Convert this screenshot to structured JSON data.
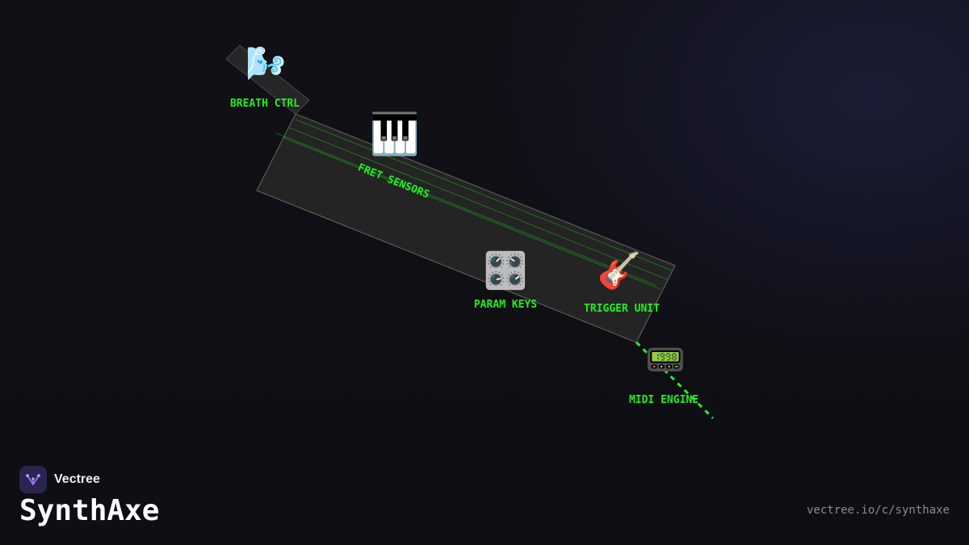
{
  "colors": {
    "accent_green": "#22ee22",
    "panel_fill": "#262626",
    "panel_stroke": "#5a5a5a",
    "logo_bg": "#2a2450",
    "logo_mark": "#a070ff"
  },
  "nodes": {
    "breath_ctrl": {
      "label": "BREATH CTRL",
      "icon": "wind-blowing-face-icon",
      "glyph": "🌬️"
    },
    "fret_sensors": {
      "label": "FRET SENSORS",
      "icon": "piano-keys-icon",
      "glyph": "🎹"
    },
    "param_keys": {
      "label": "PARAM KEYS",
      "icon": "control-knobs-icon",
      "glyph": "🎛️"
    },
    "trigger_unit": {
      "label": "TRIGGER UNIT",
      "icon": "guitar-icon",
      "glyph": "🎸"
    },
    "midi_engine": {
      "label": "MIDI ENGINE",
      "icon": "pager-icon",
      "glyph": "📟"
    }
  },
  "brand": {
    "name": "Vectree",
    "icon": "vectree-logo-icon"
  },
  "title": "SynthAxe",
  "url": "vectree.io/c/synthaxe"
}
